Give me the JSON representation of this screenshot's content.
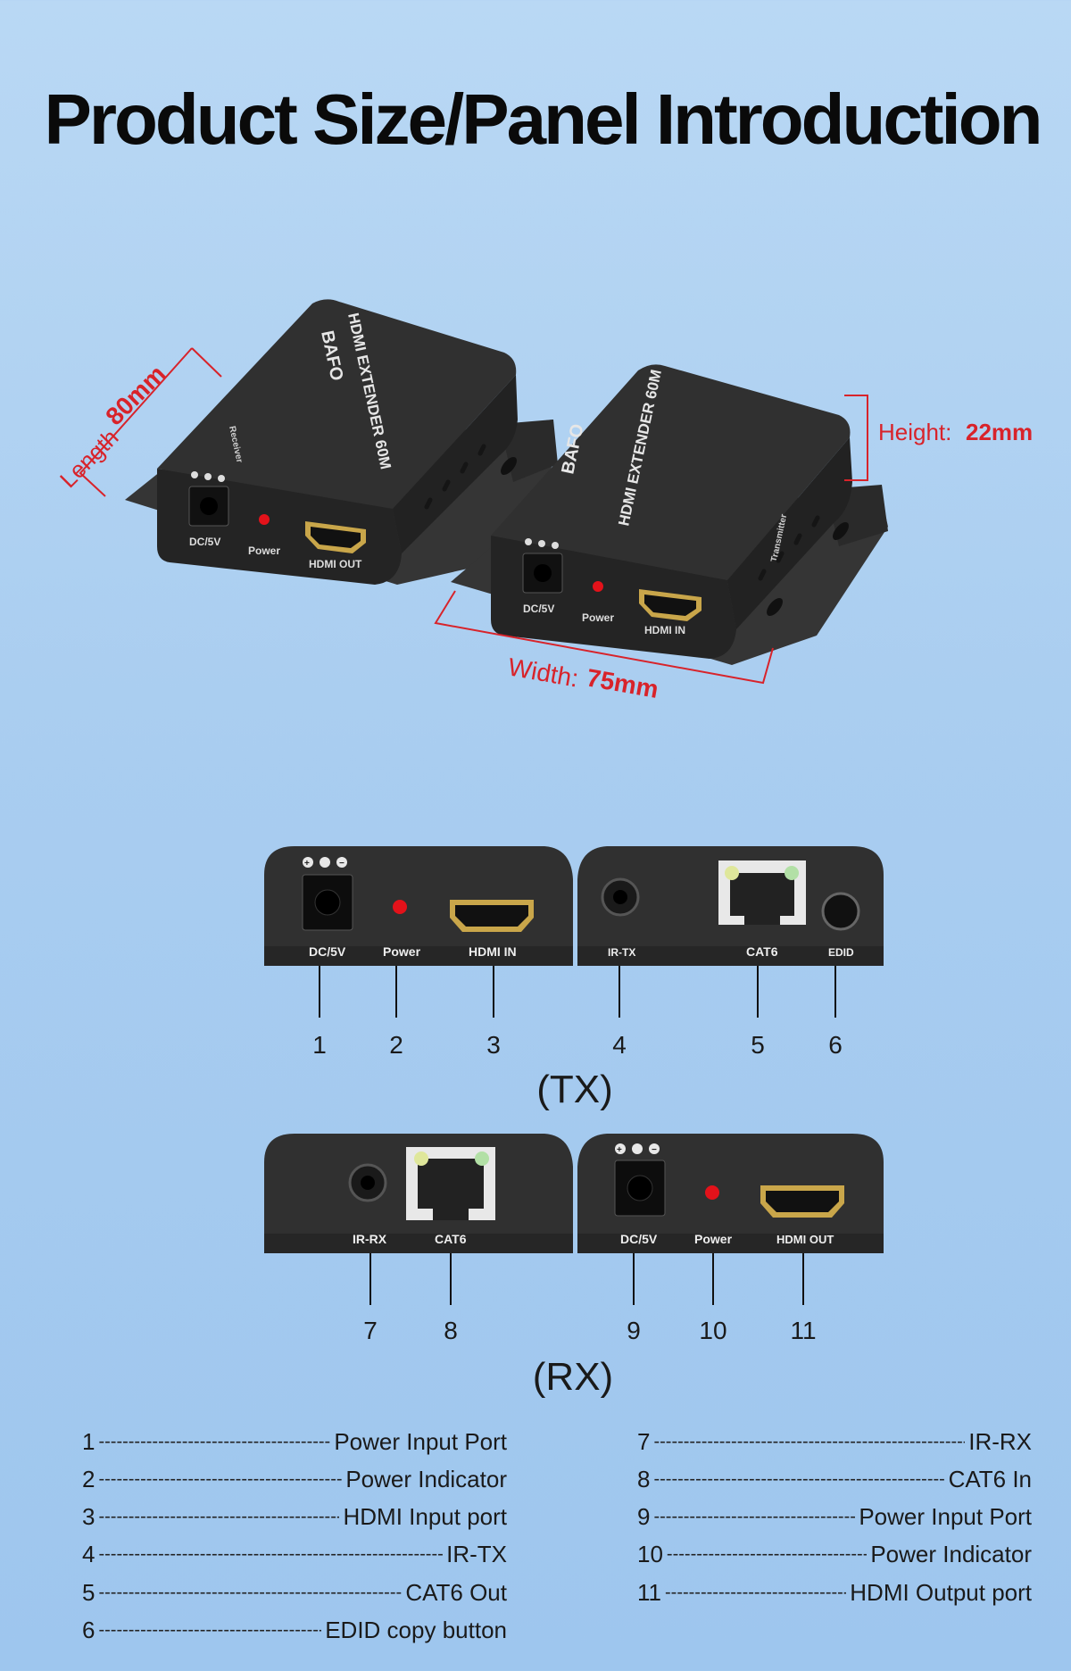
{
  "title": "Product Size/Panel Introduction",
  "dimensions": {
    "length_word": "Length",
    "length_value": "80mm",
    "width_word": "Width:",
    "width_value": "75mm",
    "height_word": "Height:",
    "height_value": "22mm"
  },
  "product": {
    "brand": "BAFO",
    "model": "HDMI EXTENDER 60M",
    "receiver_text": "Receiver",
    "transmitter_text": "Transmitter",
    "rx_ports": [
      "DC/5V",
      "Power",
      "HDMI OUT"
    ],
    "tx_ports": [
      "DC/5V",
      "Power",
      "HDMI IN"
    ]
  },
  "tx_panel": {
    "left_labels": [
      "DC/5V",
      "Power",
      "HDMI IN"
    ],
    "right_labels": [
      "IR-TX",
      "CAT6",
      "EDID"
    ],
    "numbers": [
      "1",
      "2",
      "3",
      "4",
      "5",
      "6"
    ],
    "section": "(TX)"
  },
  "rx_panel": {
    "left_labels": [
      "IR-RX",
      "CAT6"
    ],
    "right_labels": [
      "DC/5V",
      "Power",
      "HDMI OUT"
    ],
    "numbers": [
      "7",
      "8",
      "9",
      "10",
      "11"
    ],
    "section": "(RX)"
  },
  "legend_left": [
    {
      "num": "1",
      "label": "Power Input Port"
    },
    {
      "num": "2",
      "label": "Power Indicator"
    },
    {
      "num": "3",
      "label": "HDMI Input port"
    },
    {
      "num": "4",
      "label": "IR-TX"
    },
    {
      "num": "5",
      "label": "CAT6 Out"
    },
    {
      "num": "6",
      "label": "EDID copy button"
    }
  ],
  "legend_right": [
    {
      "num": "7",
      "label": "IR-RX"
    },
    {
      "num": "8",
      "label": "CAT6 In"
    },
    {
      "num": "9",
      "label": "Power Input Port"
    },
    {
      "num": "10",
      "label": "Power Indicator"
    },
    {
      "num": "11",
      "label": "HDMI Output port"
    }
  ],
  "colors": {
    "background": "#a9cdf0",
    "device_body": "#2b2b2b",
    "dimension_red": "#d8232a",
    "led_red": "#e3121a",
    "hdmi_gold": "#c9a64a"
  }
}
